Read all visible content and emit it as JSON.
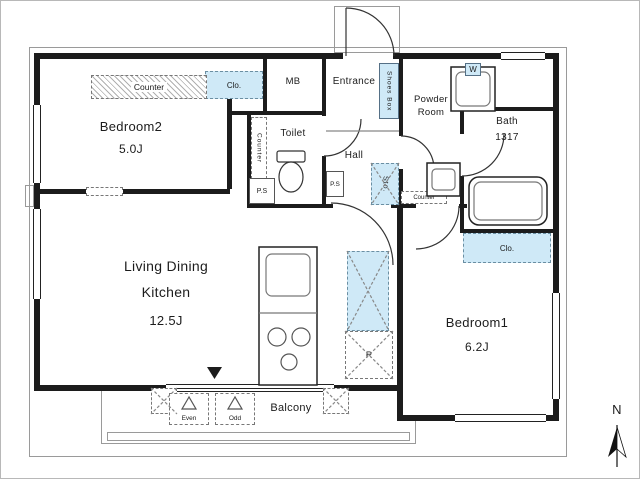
{
  "palette": {
    "wall": "#1c1c1c",
    "blue": "#cfe9f7",
    "text": "#1c1c1c",
    "thin_line": "#9a9a9a"
  },
  "rooms": {
    "bedroom2": {
      "name": "Bedroom2",
      "size": "5.0J"
    },
    "ldk": {
      "line1": "Living Dining",
      "line2": "Kitchen",
      "size": "12.5J"
    },
    "bedroom1": {
      "name": "Bedroom1",
      "size": "6.2J"
    },
    "bath": {
      "name": "Bath",
      "size": "1317"
    },
    "toilet": {
      "name": "Toilet"
    },
    "entrance": {
      "name": "Entrance"
    },
    "powder_room": {
      "line1": "Powder",
      "line2": "Room"
    },
    "hall": {
      "name": "Hall"
    },
    "mb": {
      "name": "MB"
    },
    "balcony": {
      "name": "Balcony"
    }
  },
  "features": {
    "closet_bedroom2": "Clo.",
    "closet_bedroom1": "Clo.",
    "shoes_box": "Shoes Box",
    "storage": "Sto.",
    "washer": "W",
    "counter_bedroom2": "Counter",
    "counter_toilet": "Counter",
    "counter_powder": "Counter",
    "pipe_space_left": "P.S",
    "pipe_space_right": "P.S",
    "refrigerator": "R",
    "ac_unit_left": "Even",
    "ac_unit_right": "Odd"
  },
  "compass": {
    "label": "N"
  }
}
